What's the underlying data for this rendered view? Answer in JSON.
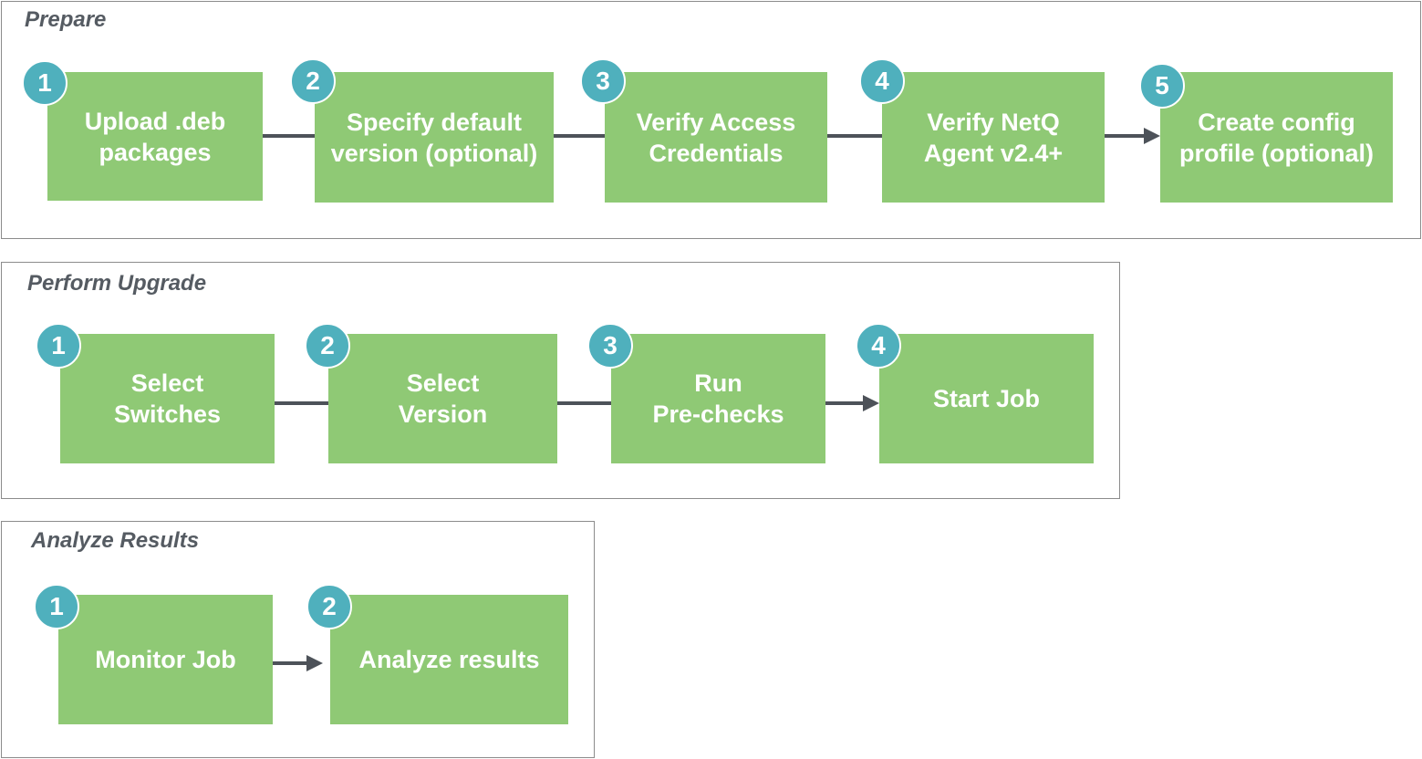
{
  "colors": {
    "step_fill": "#8fc975",
    "badge_fill": "#4fb0bd",
    "connector": "#4d5259",
    "phase_border": "#8c8c8c",
    "phase_title": "#555b62"
  },
  "phases": [
    {
      "title": "Prepare",
      "steps": [
        {
          "number": "1",
          "label": "Upload .deb\npackages"
        },
        {
          "number": "2",
          "label": "Specify default\nversion (optional)"
        },
        {
          "number": "3",
          "label": "Verify Access\nCredentials"
        },
        {
          "number": "4",
          "label": "Verify NetQ\nAgent v2.4+"
        },
        {
          "number": "5",
          "label": "Create config\nprofile (optional)"
        }
      ]
    },
    {
      "title": "Perform Upgrade",
      "steps": [
        {
          "number": "1",
          "label": "Select\nSwitches"
        },
        {
          "number": "2",
          "label": "Select\nVersion"
        },
        {
          "number": "3",
          "label": "Run\nPre-checks"
        },
        {
          "number": "4",
          "label": "Start Job"
        }
      ]
    },
    {
      "title": "Analyze Results",
      "steps": [
        {
          "number": "1",
          "label": "Monitor Job"
        },
        {
          "number": "2",
          "label": "Analyze results"
        }
      ]
    }
  ]
}
